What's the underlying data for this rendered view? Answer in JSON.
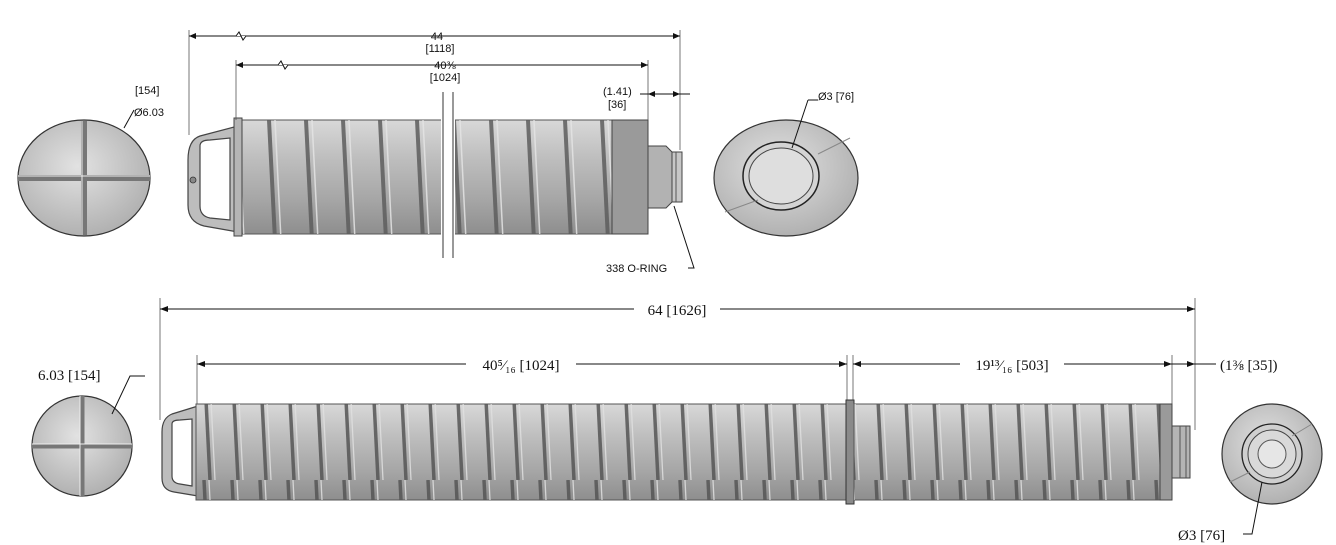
{
  "top_view": {
    "overall_length": "44",
    "overall_length_mm": "[1118]",
    "body_length": "40⅜",
    "body_length_mm": "[1024]",
    "neck_length": "(1.41)",
    "neck_length_mm": "[36]",
    "left_diameter_mm": "[154]",
    "left_diameter": "Ø6.03",
    "right_diameter": "Ø3 [76]",
    "oring_label": "338 O-RING"
  },
  "bottom_view": {
    "overall_length": "64 [1626]",
    "section1_length": "40⁵⁄₁₆ [1024]",
    "section2_length": "19¹³⁄₁₆ [503]",
    "neck_length": "(1⅜ [35])",
    "left_diameter": "6.03 [154]",
    "right_diameter": "Ø3 [76]"
  }
}
